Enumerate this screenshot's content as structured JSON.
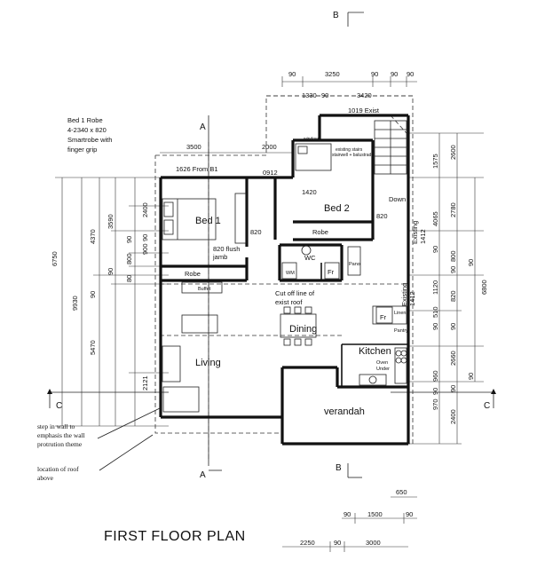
{
  "title": "FIRST FLOOR PLAN",
  "rooms": {
    "bed1": "Bed 1",
    "bed2": "Bed 2",
    "robe_b1": "Robe",
    "robe_b2": "Robe",
    "wc": "WC",
    "dining": "Dining",
    "living": "Living",
    "kitchen": "Kitchen",
    "verandah": "verandah"
  },
  "labels": {
    "robe_note": [
      "Bed 1 Robe",
      "4-2340 x 820",
      "Smartrobe with",
      "finger grip"
    ],
    "from_b1": "1626 From B1",
    "d0912": "0912",
    "d1420": "1420",
    "d820_b2": "820",
    "d820_b1": "820",
    "flush_jamb": [
      "820 flush",
      "jamb"
    ],
    "down": "Down",
    "buffet": "Buffet",
    "cut_off": [
      "Cut off line of",
      "exist roof"
    ],
    "fr_wc": "Fr",
    "fr_kitchen": "Fr",
    "wm": "WM",
    "pano": "Pano",
    "linen": "Linen",
    "pantry": "Pantry",
    "oven": [
      "Oven",
      "Under"
    ],
    "window_label": "window",
    "stair_note": [
      "existing stairs",
      "stairwell + balustrade"
    ],
    "exist_1019": "1019 Exist",
    "existing_1412_upper": [
      "Existing",
      "1412"
    ],
    "existing_1412_lower": [
      "Existing",
      "1412"
    ]
  },
  "section_marks": {
    "a": "A",
    "b": "B",
    "c": "C"
  },
  "annotations": {
    "step_in": [
      "step in wall to",
      "emphasis the wall",
      "protrution theme"
    ],
    "roof": [
      "location of roof",
      "above"
    ]
  },
  "dims": {
    "top_row1": [
      "90",
      "3250",
      "90",
      "90"
    ],
    "top_row2": [
      "1330",
      "90",
      "3420"
    ],
    "mid_top": [
      "3500",
      "2000"
    ],
    "left_outer": "6750",
    "left_total": "9930",
    "left_mid": [
      "4370",
      "90",
      "5470"
    ],
    "left_inner": [
      "3590",
      "90",
      "800",
      "90"
    ],
    "left_inner2": [
      "2400",
      "900",
      "90",
      "2121"
    ],
    "right_a": [
      "1575",
      "4065",
      "90",
      "1120",
      "510",
      "90",
      "960",
      "90",
      "970"
    ],
    "right_b": [
      "2600",
      "2780",
      "800",
      "90",
      "820",
      "90",
      "2660",
      "90",
      "2400"
    ],
    "right_total": "6800",
    "right_90s": [
      "90",
      "90"
    ],
    "bottom_top": "650",
    "bottom_row": [
      "90",
      "1500",
      "90"
    ],
    "bottom_base": [
      "2250",
      "90",
      "3000"
    ]
  }
}
